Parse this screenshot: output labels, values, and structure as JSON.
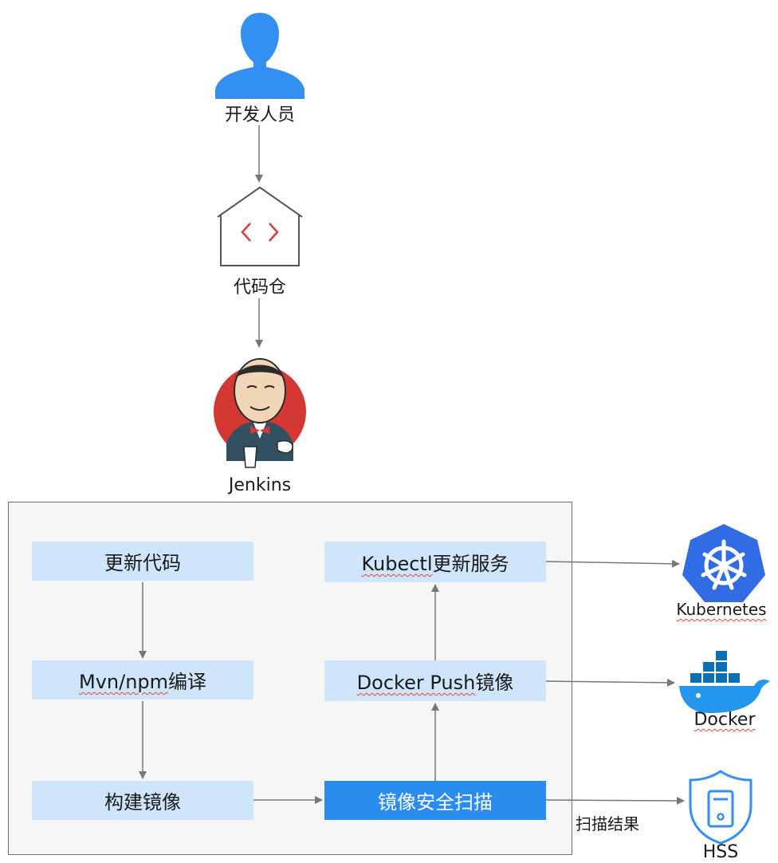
{
  "nodes": {
    "developer": "开发人员",
    "repo": "代码仓",
    "jenkins": "Jenkins",
    "kubernetes": "Kubernetes",
    "docker": "Docker",
    "hss": "HSS"
  },
  "pipeline": {
    "steps": {
      "update_code": "更新代码",
      "compile_prefix": "Mvn/npm",
      "compile_suffix": "编译",
      "build_image": "构建镜像",
      "scan_image": "镜像安全扫描",
      "push_prefix": "Docker Push",
      "push_suffix": "镜像",
      "deploy_prefix": "Kubectl",
      "deploy_suffix": "更新服务"
    }
  },
  "edge_labels": {
    "scan_result": "扫描结果"
  },
  "colors": {
    "accent": "#2b8cf0",
    "step_fill": "#cfe5fb",
    "icon_blue": "#3390f2",
    "k8s_blue": "#326ce5",
    "jenkins_red": "#d33833"
  },
  "icons": {
    "developer": "person-icon",
    "repo": "code-repo-icon",
    "jenkins": "jenkins-butler-icon",
    "kubernetes": "kubernetes-helm-icon",
    "docker": "docker-whale-icon",
    "hss": "shield-server-icon"
  }
}
